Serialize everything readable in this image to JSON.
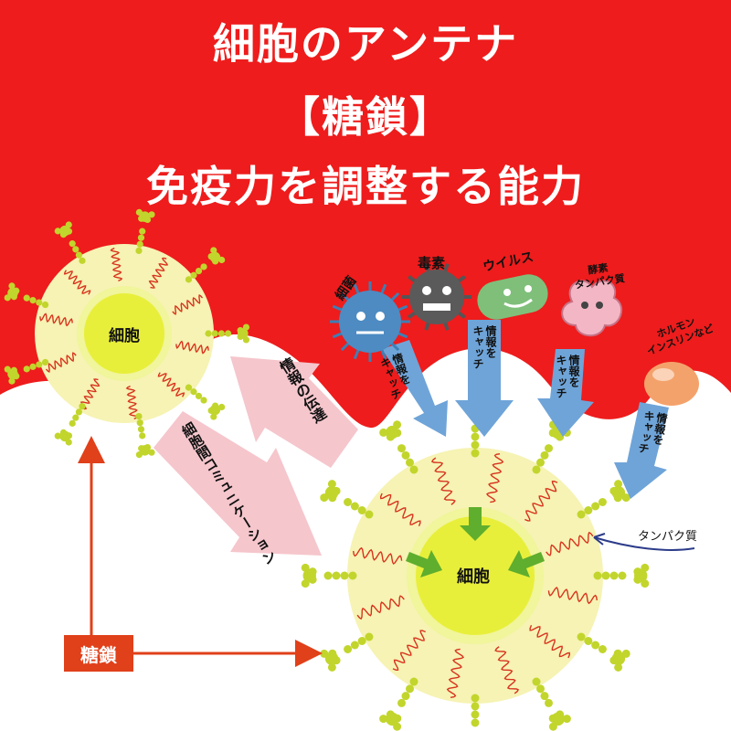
{
  "title": {
    "line1": "細胞のアンテナ",
    "line2": "【糖鎖】",
    "line3": "免疫力を調整する能力"
  },
  "colors": {
    "red": "#ee1c1c",
    "cell_outer": "#f6f3b4",
    "cell_inner": "#e8ef3a",
    "chain": "#c2d52c",
    "spring": "#d8331d",
    "arrow_blue": "#6fa4d8",
    "arrow_pink": "#f5c6cc",
    "arrow_green": "#5fae2e",
    "badge": "#e0401a"
  },
  "cells": {
    "small": "細胞",
    "large": "細胞"
  },
  "pathogens": {
    "bacteria": "細菌",
    "toxin": "毒素",
    "virus": "ウイルス",
    "enzyme": "酵素\nタンパク質",
    "hormone": "ホルモン\nインスリンなど"
  },
  "arrows": {
    "catch": "情報を\nキャッチ",
    "transmit": "情報の伝達",
    "communication": "細胞間コミュニケーション"
  },
  "labels": {
    "protein": "タンパク質",
    "sugar_chain": "糖鎖"
  }
}
